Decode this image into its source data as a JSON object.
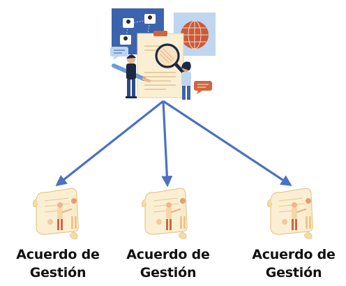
{
  "nodes": [
    {
      "id": "source",
      "kind": "document-review-illustration"
    },
    {
      "id": "n1",
      "line1": "Acuerdo de",
      "line2": "Gestión"
    },
    {
      "id": "n2",
      "line1": "Acuerdo de",
      "line2": "Gestión"
    },
    {
      "id": "n3",
      "line1": "Acuerdo de",
      "line2": "Gestión"
    }
  ],
  "edges": [
    {
      "from": "source",
      "to": "n1"
    },
    {
      "from": "source",
      "to": "n2"
    },
    {
      "from": "source",
      "to": "n3"
    }
  ],
  "colors": {
    "arrow": "#4A72C4",
    "panel_blue": "#3C63AE",
    "panel_light": "#BFD6EE",
    "paper": "#FAEFD3",
    "accent_orange": "#D2653F",
    "skin": "#F0B48C",
    "text": "#111111"
  },
  "icons": {
    "source": "document-review-icon",
    "leaf": "agreement-handshake-icon"
  }
}
